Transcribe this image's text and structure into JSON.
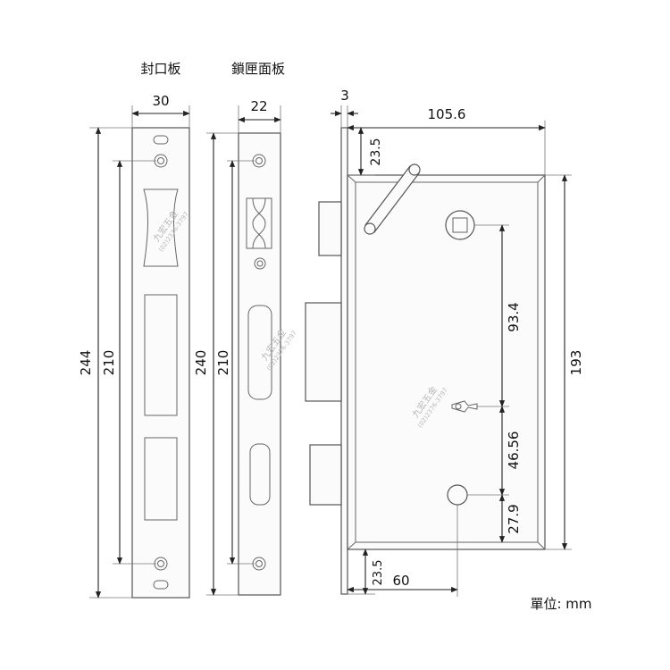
{
  "titles": {
    "left_plate": "封口板",
    "middle_plate": "鎖匣面板"
  },
  "dimensions": {
    "left_width": "30",
    "middle_width": "22",
    "body_thickness": "3",
    "body_width": "105.6",
    "top_offset": "23.5",
    "left_height": "244",
    "left_holes": "210",
    "middle_height": "240",
    "middle_holes": "210",
    "body_height": "193",
    "spindle_to_key": "93.4",
    "key_to_lower": "46.56",
    "lower_to_bottom": "27.9",
    "bottom_offset": "23.5",
    "backset": "60"
  },
  "units_label": "單位: mm",
  "watermark": {
    "brand": "九宏五金",
    "phone": "(02)2376-3797"
  },
  "colors": {
    "line": "#555555",
    "dimension": "#222222",
    "fill": "#fbfbfb"
  }
}
